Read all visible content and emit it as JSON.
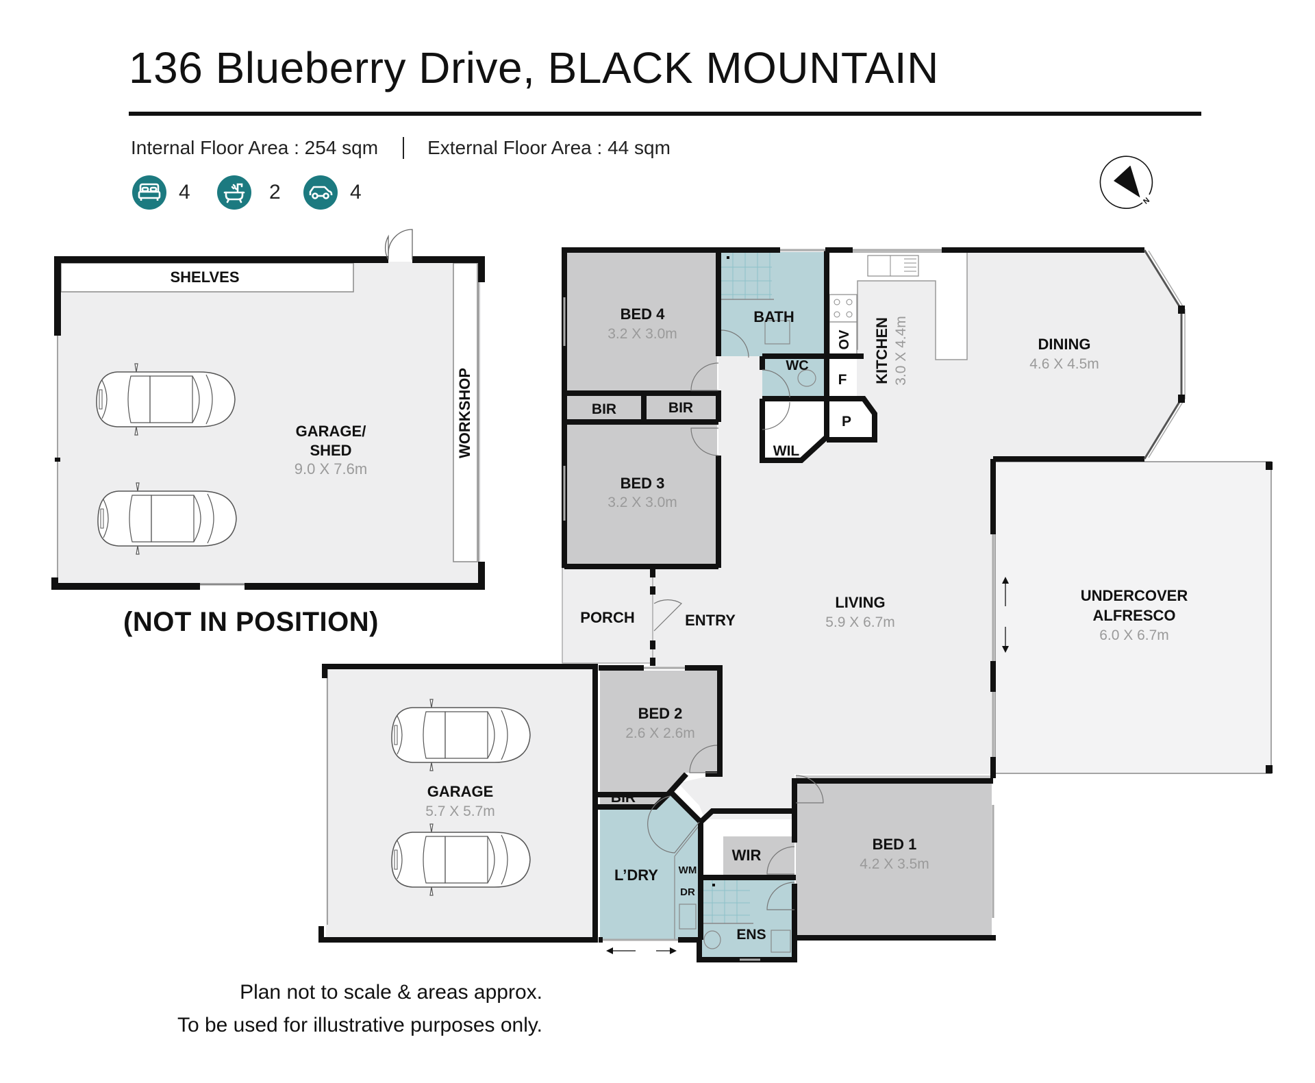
{
  "header": {
    "title": "136 Blueberry Drive, BLACK MOUNTAIN",
    "internal_area": "Internal Floor Area : 254 sqm",
    "external_area": "External Floor Area : 44 sqm"
  },
  "features": [
    {
      "icon": "bed-icon",
      "count": "4"
    },
    {
      "icon": "bath-icon",
      "count": "2"
    },
    {
      "icon": "car-icon",
      "count": "4"
    }
  ],
  "compass": {
    "label": "N"
  },
  "colors": {
    "accent": "#1c7a80",
    "wall": "#111111",
    "living_floor": "#eeeeef",
    "bedroom_floor": "#cbcbcc",
    "wet_area_floor": "#b7d3d8",
    "alfresco_floor": "#f3f3f4",
    "dimension_text": "#9a9a9a"
  },
  "rooms": {
    "garage_shed": {
      "name_line1": "GARAGE/",
      "name_line2": "SHED",
      "size": "9.0 X 7.6m"
    },
    "shelves": {
      "name": "SHELVES"
    },
    "workshop": {
      "name": "WORKSHOP"
    },
    "bed4": {
      "name": "BED 4",
      "size": "3.2 X 3.0m"
    },
    "bed3": {
      "name": "BED 3",
      "size": "3.2 X 3.0m"
    },
    "bir_left": {
      "name": "BIR"
    },
    "bir_right": {
      "name": "BIR"
    },
    "bath": {
      "name": "BATH"
    },
    "wc": {
      "name": "WC"
    },
    "wil": {
      "name": "WIL"
    },
    "ov": {
      "name": "OV"
    },
    "fridge": {
      "name": "F"
    },
    "pantry": {
      "name": "P"
    },
    "kitchen": {
      "name": "KITCHEN",
      "size": "3.0 X 4.4m"
    },
    "dining": {
      "name": "DINING",
      "size": "4.6 X 4.5m"
    },
    "alfresco": {
      "name_line1": "UNDERCOVER",
      "name_line2": "ALFRESCO",
      "size": "6.0 X 6.7m"
    },
    "living": {
      "name": "LIVING",
      "size": "5.9 X 6.7m"
    },
    "porch": {
      "name": "PORCH"
    },
    "entry": {
      "name": "ENTRY"
    },
    "garage": {
      "name": "GARAGE",
      "size": "5.7 X 5.7m"
    },
    "bed2": {
      "name": "BED 2",
      "size": "2.6 X 2.6m"
    },
    "bir_bed2": {
      "name": "BIR"
    },
    "laundry": {
      "name": "L’DRY"
    },
    "wm": {
      "name": "WM"
    },
    "dr": {
      "name": "DR"
    },
    "wir": {
      "name": "WIR"
    },
    "ens": {
      "name": "ENS"
    },
    "bed1": {
      "name": "BED 1",
      "size": "4.2 X 3.5m"
    }
  },
  "not_in_position": "(NOT IN POSITION)",
  "footer": {
    "line1": "Plan not to scale & areas approx.",
    "line2": "To be used for illustrative purposes only."
  }
}
